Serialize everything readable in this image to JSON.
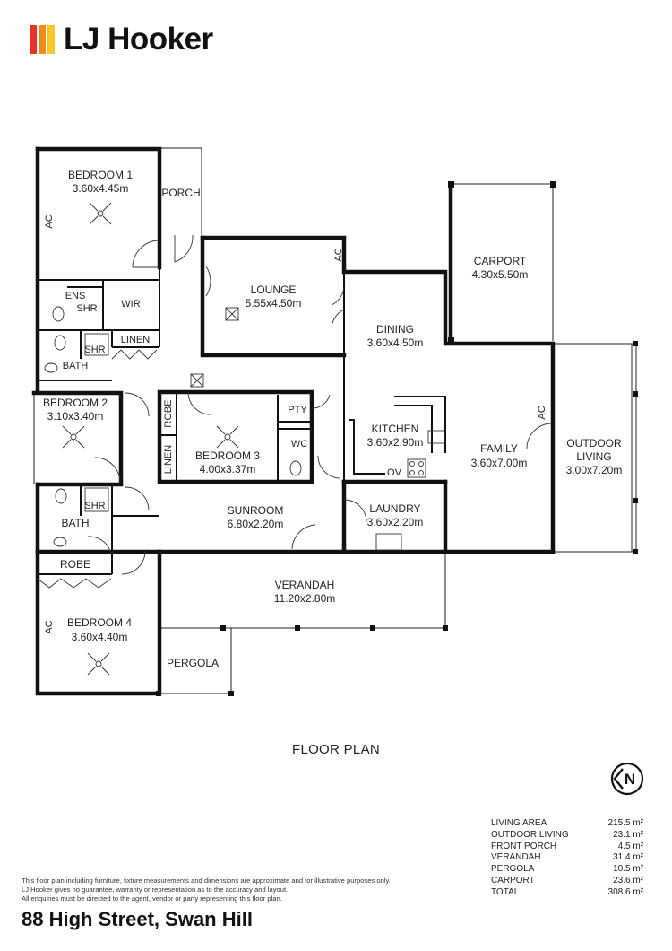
{
  "brand": {
    "name": "LJ Hooker",
    "colors": [
      "#e8332a",
      "#f28c1e",
      "#f7c928"
    ]
  },
  "rooms": {
    "bedroom1": {
      "name": "BEDROOM 1",
      "size": "3.60x4.45m"
    },
    "porch": {
      "name": "PORCH"
    },
    "lounge": {
      "name": "LOUNGE",
      "size": "5.55x4.50m"
    },
    "carport": {
      "name": "CARPORT",
      "size": "4.30x5.50m"
    },
    "dining": {
      "name": "DINING",
      "size": "3.60x4.50m"
    },
    "ens": {
      "name": "ENS"
    },
    "ens_shr": {
      "name": "SHR"
    },
    "wir": {
      "name": "WIR"
    },
    "linen1": {
      "name": "LINEN"
    },
    "bath_shr": {
      "name": "SHR"
    },
    "bath1": {
      "name": "BATH"
    },
    "bedroom2": {
      "name": "BEDROOM 2",
      "size": "3.10x3.40m"
    },
    "robe1": {
      "name": "ROBE"
    },
    "linen2": {
      "name": "LINEN"
    },
    "bedroom3": {
      "name": "BEDROOM 3",
      "size": "4.00x3.37m"
    },
    "pty": {
      "name": "PTY"
    },
    "wc": {
      "name": "WC"
    },
    "kitchen": {
      "name": "KITCHEN",
      "size": "3.60x2.90m"
    },
    "ov": {
      "name": "OV"
    },
    "family": {
      "name": "FAMILY",
      "size": "3.60x7.00m"
    },
    "outdoor": {
      "name": "OUTDOOR",
      "name2": "LIVING",
      "size": "3.00x7.20m"
    },
    "shr3": {
      "name": "SHR"
    },
    "bath2": {
      "name": "BATH"
    },
    "sunroom": {
      "name": "SUNROOM",
      "size": "6.80x2.20m"
    },
    "laundry": {
      "name": "LAUNDRY",
      "size": "3.60x2.20m"
    },
    "robe2": {
      "name": "ROBE"
    },
    "verandah": {
      "name": "VERANDAH",
      "size": "11.20x2.80m"
    },
    "bedroom4": {
      "name": "BEDROOM 4",
      "size": "3.60x4.40m"
    },
    "pergola": {
      "name": "PERGOLA"
    },
    "ac": "AC"
  },
  "plan_title": "FLOOR PLAN",
  "north_letter": "N",
  "areas": [
    {
      "label": "LIVING AREA",
      "value": "215.5 m²"
    },
    {
      "label": "OUTDOOR LIVING",
      "value": "23.1 m²"
    },
    {
      "label": "FRONT PORCH",
      "value": "4.5 m²"
    },
    {
      "label": "VERANDAH",
      "value": "31.4 m²"
    },
    {
      "label": "PERGOLA",
      "value": "10.5 m²"
    },
    {
      "label": "CARPORT",
      "value": "23.6 m²"
    },
    {
      "label": "TOTAL",
      "value": "308.6 m²"
    }
  ],
  "disclaimer": {
    "line1": "This floor plan including furniture, fixture measurements and dimensions are approximate and for illustrative purposes only.",
    "line2": "LJ Hooker gives no guarantee, warranty or representation as to the accuracy and layout.",
    "line3": "All enquiries must be directed to the agent, vendor or party representing this floor plan."
  },
  "address": "88 High Street, Swan Hill"
}
